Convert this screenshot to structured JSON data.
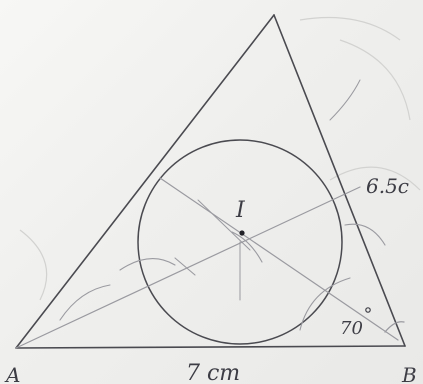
{
  "figure": {
    "ink_color": "#4a4a50",
    "paper_color": "#f2f2f0",
    "labels": {
      "incenter": "I",
      "vertex_left": "A",
      "vertex_right": "B",
      "base_length": "7 cm",
      "side_length": "6.5c",
      "angle": "70"
    }
  }
}
